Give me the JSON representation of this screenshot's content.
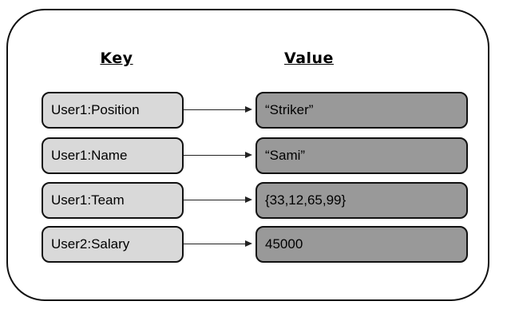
{
  "diagram": {
    "title_semantic": "key-value-store-diagram",
    "key_header": "Key",
    "value_header": "Value",
    "rows": [
      {
        "key": "User1:Position",
        "value": "“Striker”"
      },
      {
        "key": "User1:Name",
        "value": "“Sami”"
      },
      {
        "key": "User1:Team",
        "value": "{33,12,65,99}"
      },
      {
        "key": "User2:Salary",
        "value": "45000"
      }
    ],
    "icons": {
      "arrow_right": "→"
    },
    "colors": {
      "background": "#ffffff",
      "container_border": "#111111",
      "key_box_fill": "#d9d9d9",
      "value_box_fill": "#999999",
      "text": "#000000",
      "arrow": "#222222"
    }
  }
}
